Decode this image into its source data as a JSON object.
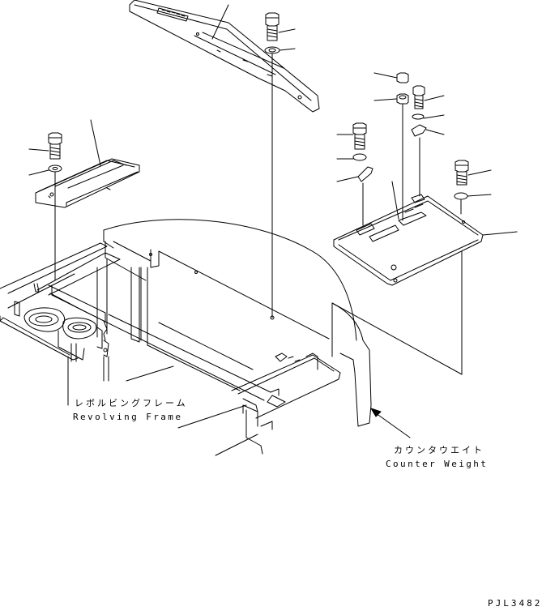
{
  "labels": {
    "revolving_frame_jp": "レボルビングフレーム",
    "revolving_frame_en": "Revolving Frame",
    "counter_weight_jp": "カウンタウエイト",
    "counter_weight_en": "Counter Weight",
    "drawing_number": "PJL3482"
  },
  "colors": {
    "line": "#000000",
    "background": "#ffffff"
  },
  "icons": [
    "bolt-icon",
    "washer-icon",
    "nut-icon",
    "clip-icon",
    "arrow-icon"
  ]
}
